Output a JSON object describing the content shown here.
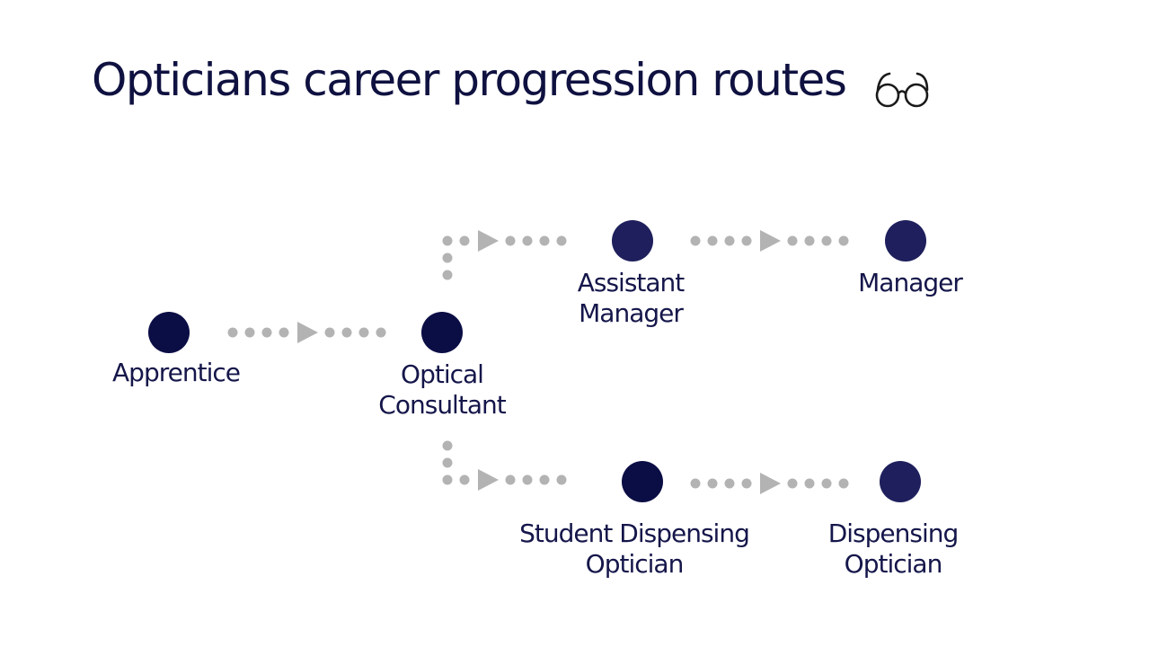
{
  "title": "Opticians career progression routes",
  "icons": {
    "title_icon": "glasses-icon"
  },
  "colors": {
    "title": "#0f1140",
    "node_dark": "#0b0d45",
    "node_mid": "#1e1f5c",
    "connector": "#b3b3b3",
    "label": "#15164a"
  },
  "nodes": {
    "apprentice": {
      "lines": [
        "Apprentice"
      ]
    },
    "optical_consultant": {
      "lines": [
        "Optical",
        "Consultant"
      ]
    },
    "assistant_manager": {
      "lines": [
        "Assistant",
        "Manager"
      ]
    },
    "manager": {
      "lines": [
        "Manager"
      ]
    },
    "student_dispensing_optician": {
      "lines": [
        "Student Dispensing",
        "Optician"
      ]
    },
    "dispensing_optician": {
      "lines": [
        "Dispensing",
        "Optician"
      ]
    }
  }
}
